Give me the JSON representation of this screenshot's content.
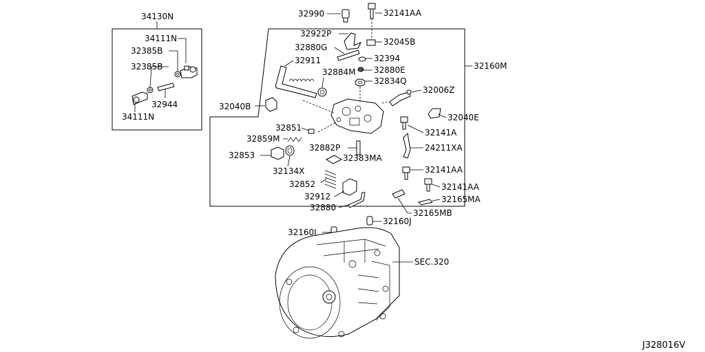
{
  "diagram": {
    "reference_code": "J328016V",
    "section_ref": "SEC.320",
    "groups": {
      "control_rod_kit": "34130N",
      "control_housing_assy": "32160M"
    },
    "parts": {
      "p34111N_top": "34111N",
      "p32385B_a": "32385B",
      "p32385B_b": "32385B",
      "p32944": "32944",
      "p34111N_bot": "34111N",
      "p32990": "32990",
      "p32141AA_top": "32141AA",
      "p32922P": "32922P",
      "p32045B": "32045B",
      "p32880G": "32880G",
      "p32394": "32394",
      "p32911": "32911",
      "p32880E": "32880E",
      "p32884M": "32884M",
      "p32834Q": "32834Q",
      "p32006Z": "32006Z",
      "p32040B": "32040B",
      "p32040E": "32040E",
      "p32851": "32851",
      "p32141A": "32141A",
      "p32859M": "32859M",
      "p32882P": "32882P",
      "p24211XA": "24211XA",
      "p32853": "32853",
      "p32383MA": "32383MA",
      "p32134X": "32134X",
      "p32141AA_mid": "32141AA",
      "p32852": "32852",
      "p32141AA_low": "32141AA",
      "p32912": "32912",
      "p32165MA": "32165MA",
      "p32880": "32880",
      "p32165MB": "32165MB",
      "p32160J_right": "32160J",
      "p32160J_left": "32160J"
    }
  }
}
